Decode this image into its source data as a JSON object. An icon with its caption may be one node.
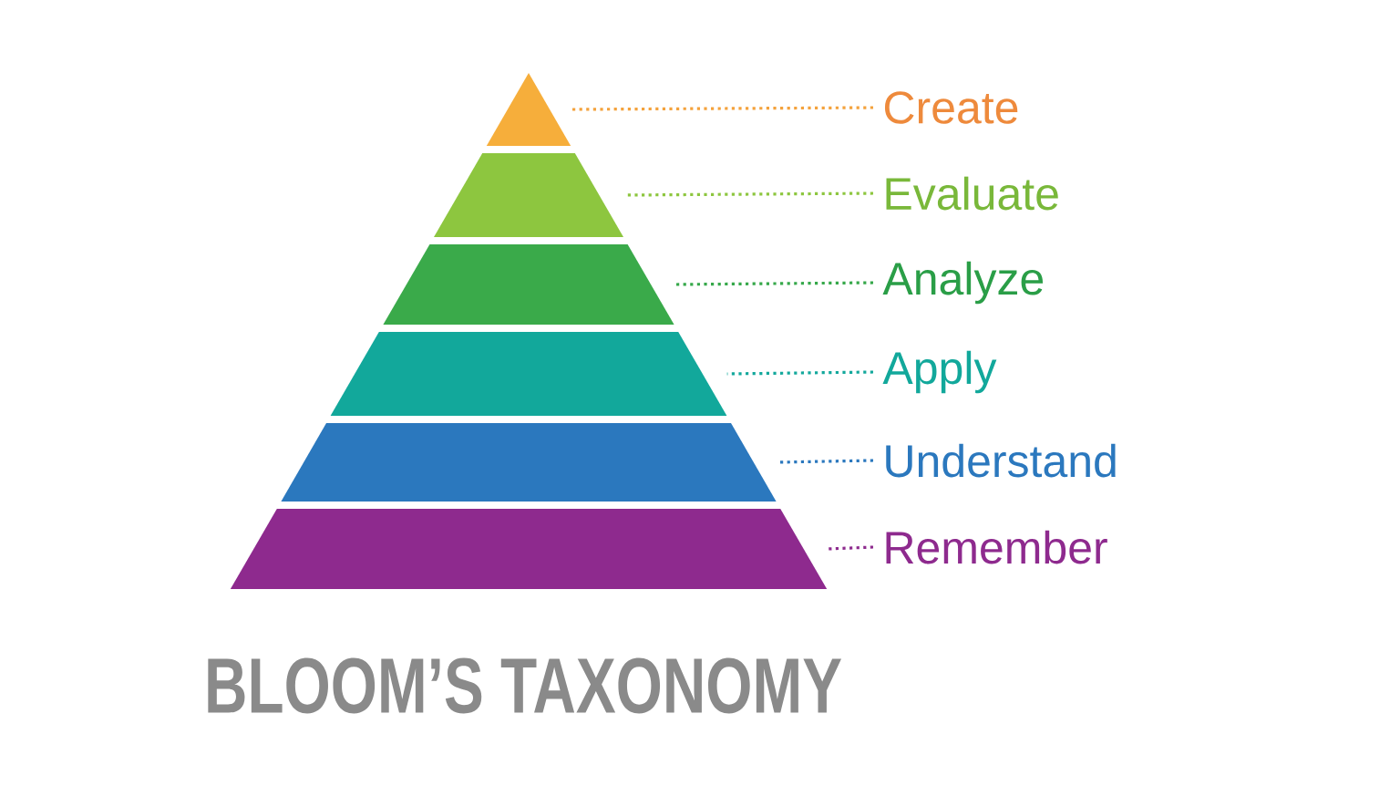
{
  "diagram": {
    "title": "BLOOM’S TAXONOMY",
    "nodes": [
      {
        "text": [],
        "shape": "triangle"
      },
      {
        "text": [],
        "shape": "band"
      },
      {
        "text": [],
        "shape": "band"
      },
      {
        "text": [],
        "shape": "band"
      },
      {
        "text": [],
        "shape": "band"
      },
      {
        "text": [],
        "shape": "band"
      },
      {
        "text": [
          "Create"
        ]
      },
      {
        "text": [
          "Evaluate"
        ]
      },
      {
        "text": [
          "Analyze"
        ]
      },
      {
        "text": [
          "Apply"
        ]
      },
      {
        "text": [
          "Understand"
        ]
      },
      {
        "text": [
          "Remember"
        ]
      }
    ],
    "edges": [
      {
        "from": 6,
        "to": 0,
        "arrow": "none",
        "style": "dashed",
        "color": "#f4a23c"
      },
      {
        "from": 7,
        "to": 1,
        "arrow": "none",
        "style": "dashed",
        "color": "#8dc63f"
      },
      {
        "from": 8,
        "to": 2,
        "arrow": "none",
        "style": "dashed",
        "color": "#36a84a"
      },
      {
        "from": 9,
        "to": 3,
        "arrow": "none",
        "style": "dashed",
        "color": "#13a89c"
      },
      {
        "from": 10,
        "to": 4,
        "arrow": "none",
        "style": "dashed",
        "color": "#2b78be"
      },
      {
        "from": 11,
        "to": 5,
        "arrow": "none",
        "style": "dashed",
        "color": "#8e2b8e"
      }
    ]
  }
}
